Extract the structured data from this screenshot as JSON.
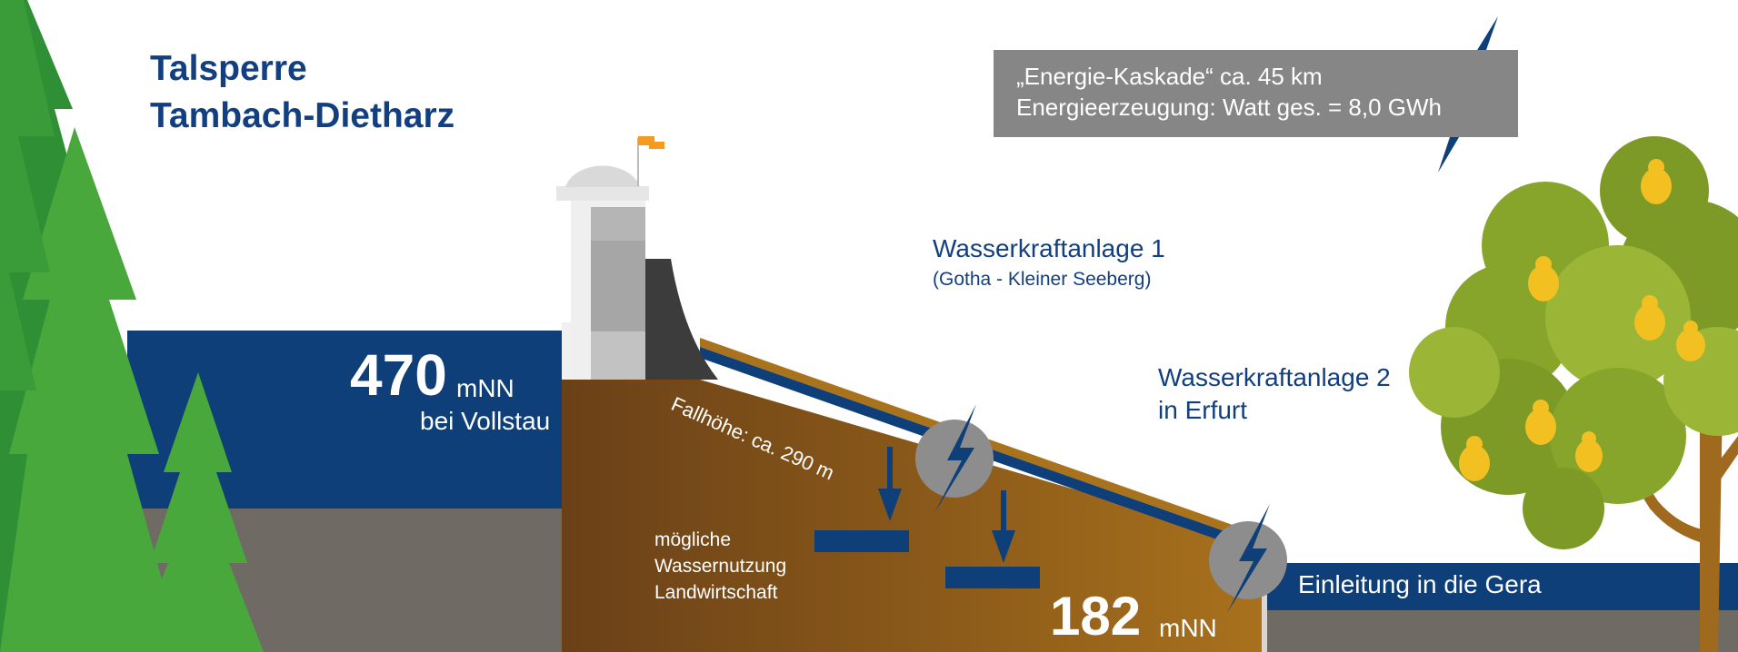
{
  "title": {
    "line1": "Talsperre",
    "line2": "Tambach-Dietharz"
  },
  "info_box": {
    "line1": "„Energie-Kaskade“ ca. 45 km",
    "line2": "Energieerzeugung: Watt ges. = 8,0 GWh"
  },
  "hydro_plant_1": {
    "label": "Wasserkraftanlage 1",
    "sublabel": "(Gotha - Kleiner Seeberg)"
  },
  "hydro_plant_2": {
    "line1": "Wasserkraftanlage 2",
    "line2": "in Erfurt"
  },
  "elevation_top": {
    "value": "470",
    "unit": "mNN",
    "note": "bei Vollstau"
  },
  "elevation_bottom": {
    "value": "182",
    "unit": "mNN"
  },
  "fall_height": "Fallhöhe: ca. 290 m",
  "agriculture": {
    "line1": "mögliche",
    "line2": "Wassernutzung",
    "line3": "Landwirtschaft"
  },
  "outflow": "Einleitung in die Gera",
  "colors": {
    "navy": "#0e3f79",
    "text_blue": "#123f80",
    "info_gray": "#868686",
    "ground_gray": "#6f6a63",
    "earth_dark": "#6d4218",
    "earth_light": "#a9721c",
    "tree_green": "#49a83c",
    "flag_orange": "#f39a1f",
    "pear_yellow": "#f2c021"
  },
  "icons": [
    "lightning-icon",
    "turbine-icon",
    "arrow-down-icon",
    "flag-icon",
    "pear-icon"
  ]
}
